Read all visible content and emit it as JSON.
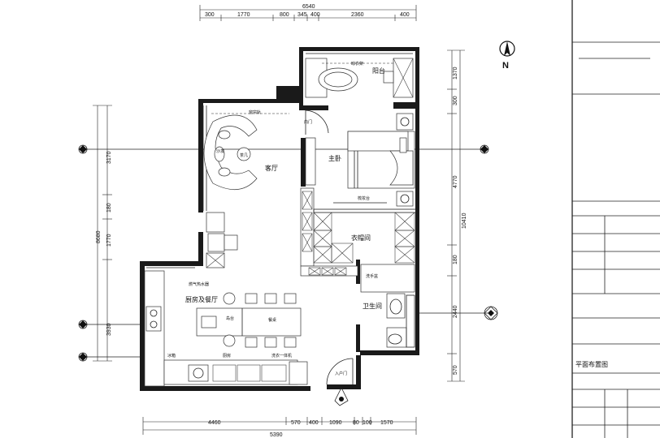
{
  "dimensions": {
    "top_total": "6540",
    "top_segments": [
      "300",
      "1770",
      "800",
      "345",
      "400",
      "2360",
      "400"
    ],
    "bottom_segments": [
      "4460",
      "570",
      "400",
      "1090",
      "80",
      "100",
      "1570"
    ],
    "bottom_total": "5390",
    "left_total": "8680",
    "left_segments": [
      "3170",
      "180",
      "1770",
      "3930"
    ],
    "right_total": "10410",
    "right_segments": [
      "1370",
      "300",
      "4770",
      "180",
      "2440",
      "570"
    ]
  },
  "rooms": {
    "balcony": "阳台",
    "master_bedroom": "主卧",
    "living_room": "客厅",
    "cloakroom": "衣帽间",
    "kitchen_dining": "厨房及餐厅",
    "bathroom": "卫生间"
  },
  "furniture": {
    "balcony_top_label": "晾衣架",
    "living_top_label": "窗帘轨",
    "inner_door": "内门",
    "bedroom_bottom": "梳妆台",
    "kitchen_top": "燃气热水器",
    "kitchen_bottom_left": "冰箱",
    "kitchen_bottom_mid": "厨房",
    "kitchen_bottom_right": "洗衣一体机",
    "entrance_door": "入户门",
    "sofa": "沙发",
    "coffee_table": "茶几",
    "island": "岛台",
    "dining_table": "餐桌",
    "bathroom_left": "洗手盆"
  },
  "compass": {
    "label": "N"
  },
  "title_block": {
    "drawing_title": "平面布置图"
  }
}
